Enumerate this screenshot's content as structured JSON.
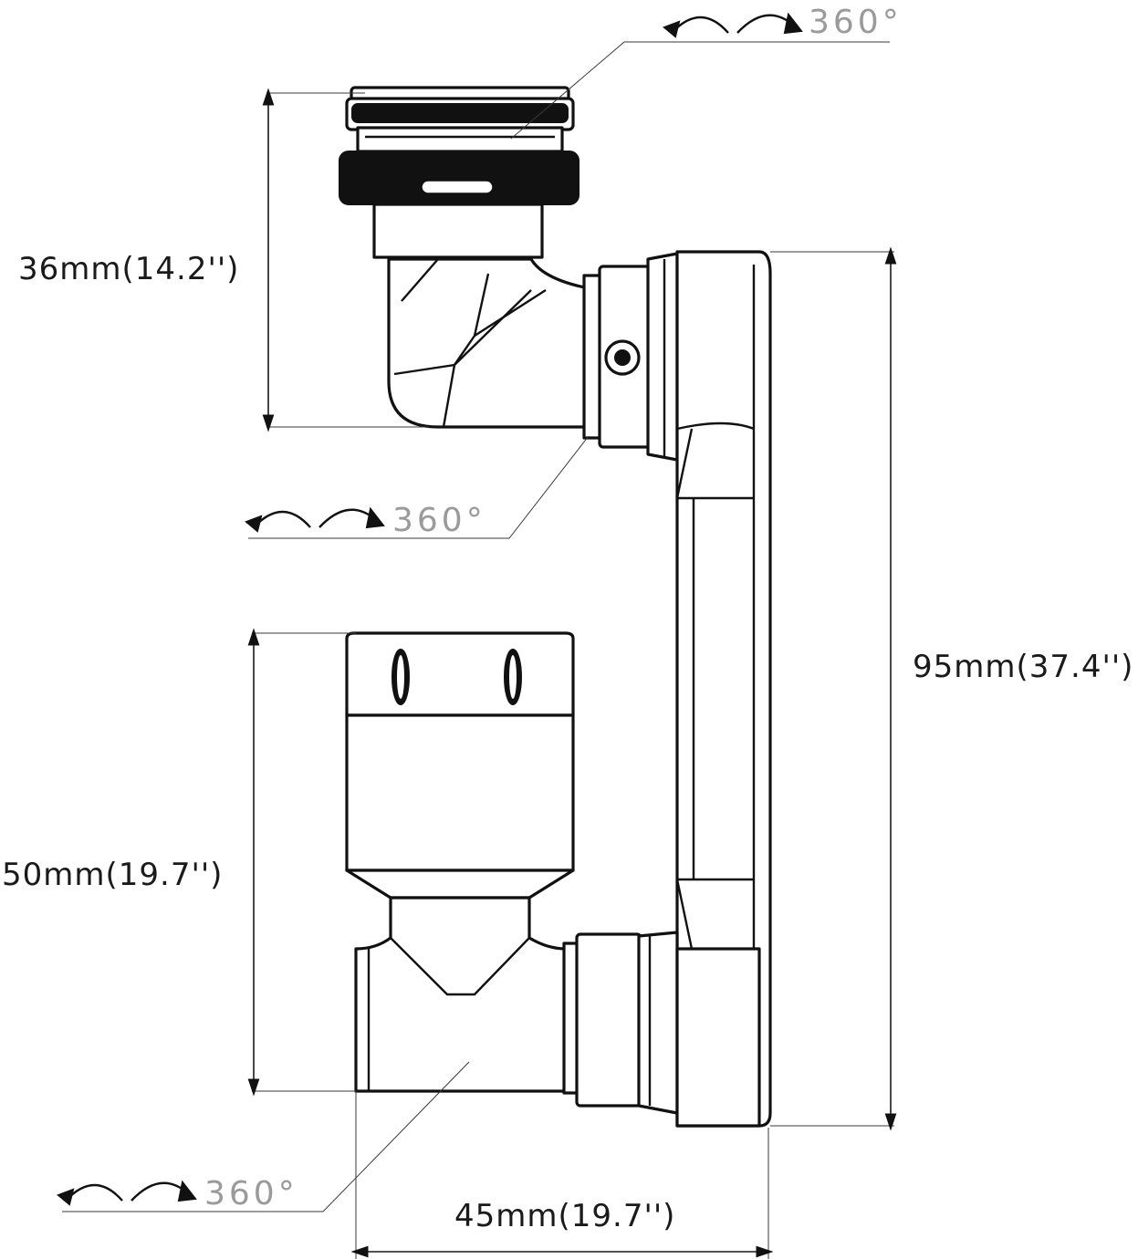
{
  "dimensions": {
    "top_height": "36mm(14.2'')",
    "bottom_height": "50mm(19.7'')",
    "total_height": "95mm(37.4'')",
    "width": "45mm(19.7'')"
  },
  "rotation": {
    "top": "360°",
    "middle": "360°",
    "bottom": "360°"
  }
}
